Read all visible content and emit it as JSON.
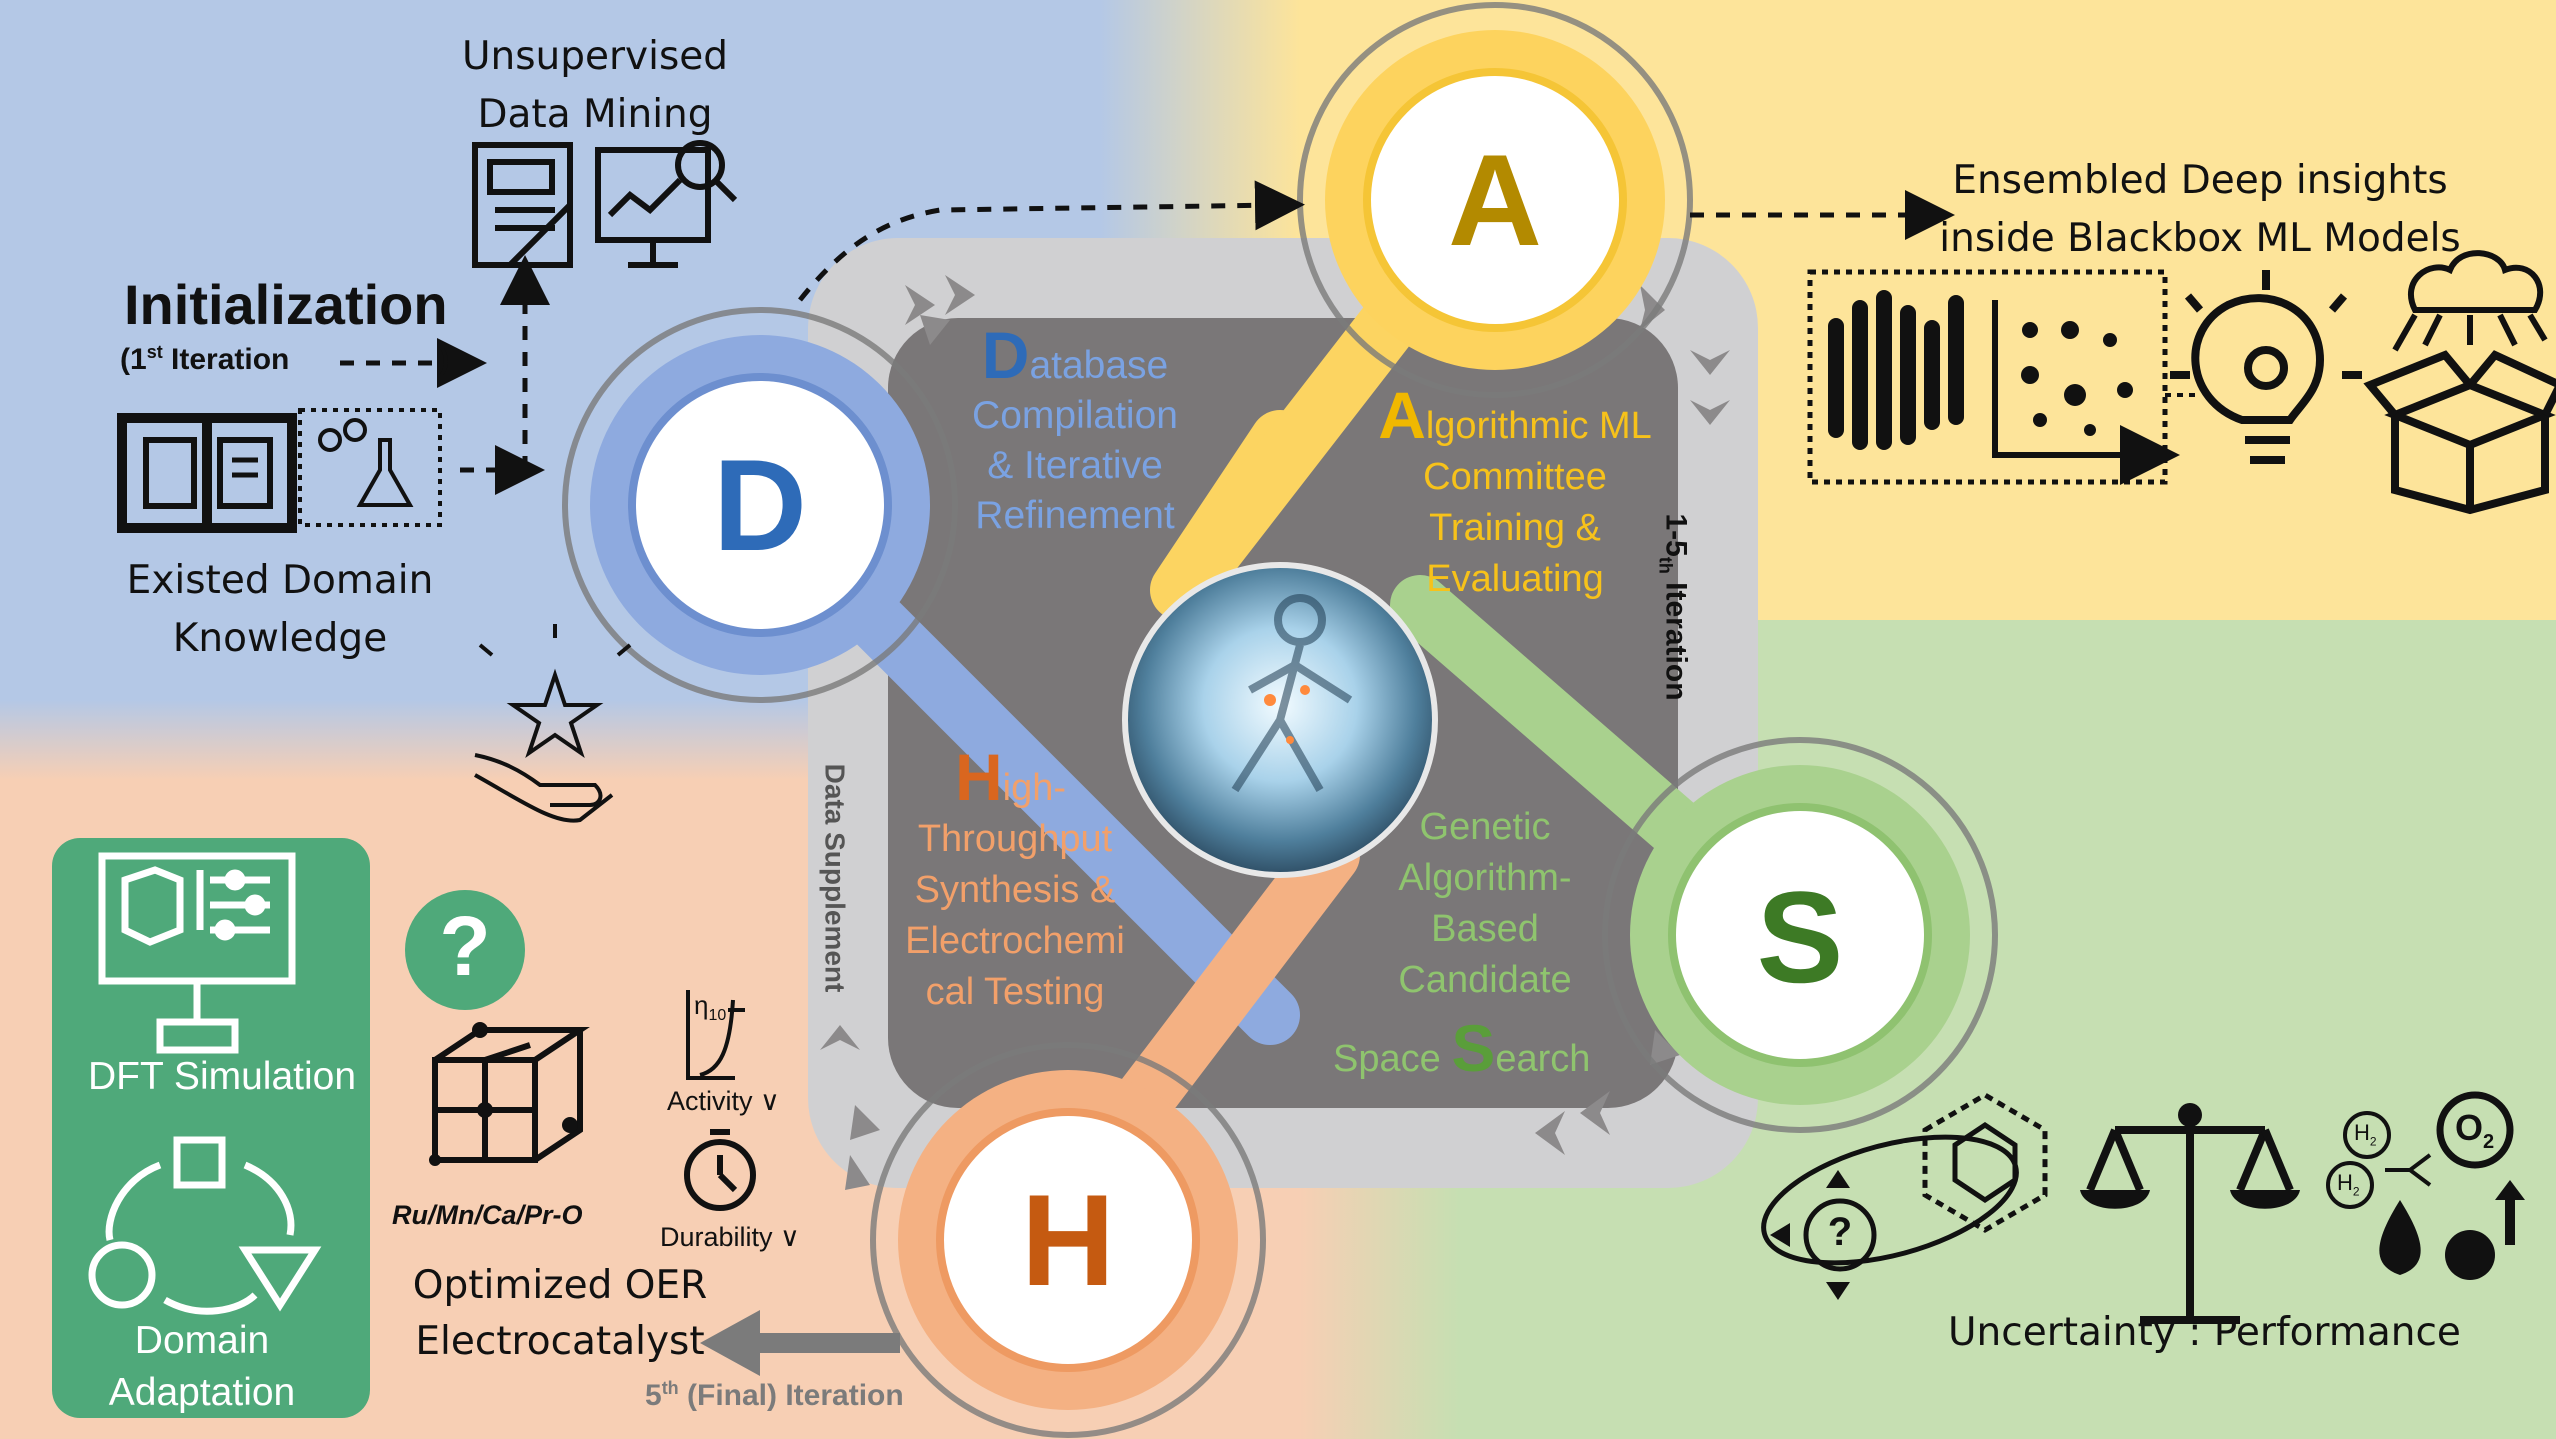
{
  "colors": {
    "database": "#4a7fc4",
    "algorithmic": "#f0b800",
    "search": "#5a9e3a",
    "synthesis": "#d9661f",
    "dft_panel": "#4fa97a"
  },
  "cycle": {
    "D": {
      "letter": "D",
      "line1_initial": "D",
      "line1_rest": "atabase",
      "line2": "Compilation",
      "line3": "& Iterative",
      "line4": "Refinement"
    },
    "A": {
      "letter": "A",
      "line1_initial": "A",
      "line1_rest": "lgorithmic ML",
      "line2": "Committee",
      "line3": "Training &",
      "line4": "Evaluating"
    },
    "S": {
      "letter": "S",
      "line1": "Genetic",
      "line2": "Algorithm-",
      "line3": "Based",
      "line4": "Candidate",
      "line5_pre": "Space ",
      "line5_initial": "S",
      "line5_rest": "earch"
    },
    "H": {
      "letter": "H",
      "line1_initial": "H",
      "line1_rest": "igh-",
      "line2": "Throughput",
      "line3": "Synthesis &",
      "line4": "Electrochemi",
      "line5": "cal Testing"
    }
  },
  "frame_labels": {
    "right_iteration_main": "1-5",
    "right_iteration_sub": "th",
    "right_iteration_rest": " Iteration",
    "left_supplement": "Data Supplement"
  },
  "initialization": {
    "title": "Initialization",
    "sub_open": "(1",
    "sub_sup": "st",
    "sub_rest": " Iteration",
    "sub_close": ")"
  },
  "existed_knowledge": {
    "line1": "Existed Domain",
    "line2": "Knowledge"
  },
  "unsupervised": {
    "line1": "Unsupervised",
    "line2": "Data Mining"
  },
  "ensembled": {
    "line1": "Ensembled Deep insights",
    "line2": "inside Blackbox ML Models"
  },
  "dft": {
    "title": "DFT Simulation",
    "domain1": "Domain",
    "domain2": "Adaptation"
  },
  "catalyst": {
    "composition": "Ru/Mn/Ca/Pr-O",
    "eta": "η",
    "eta_sub": "10",
    "activity": "Activity ∨",
    "durability": "Durability ∨",
    "question": "?"
  },
  "optimized": {
    "line1": "Optimized OER",
    "line2": "Electrocatalyst"
  },
  "final_iteration": {
    "pre": "5",
    "sup": "th",
    "rest": " (Final) Iteration"
  },
  "uncertainty": {
    "label": "Uncertainty : Performance",
    "h2": "H",
    "h2_sub": "2",
    "o2": "O",
    "o2_sub": "2",
    "q": "?"
  }
}
